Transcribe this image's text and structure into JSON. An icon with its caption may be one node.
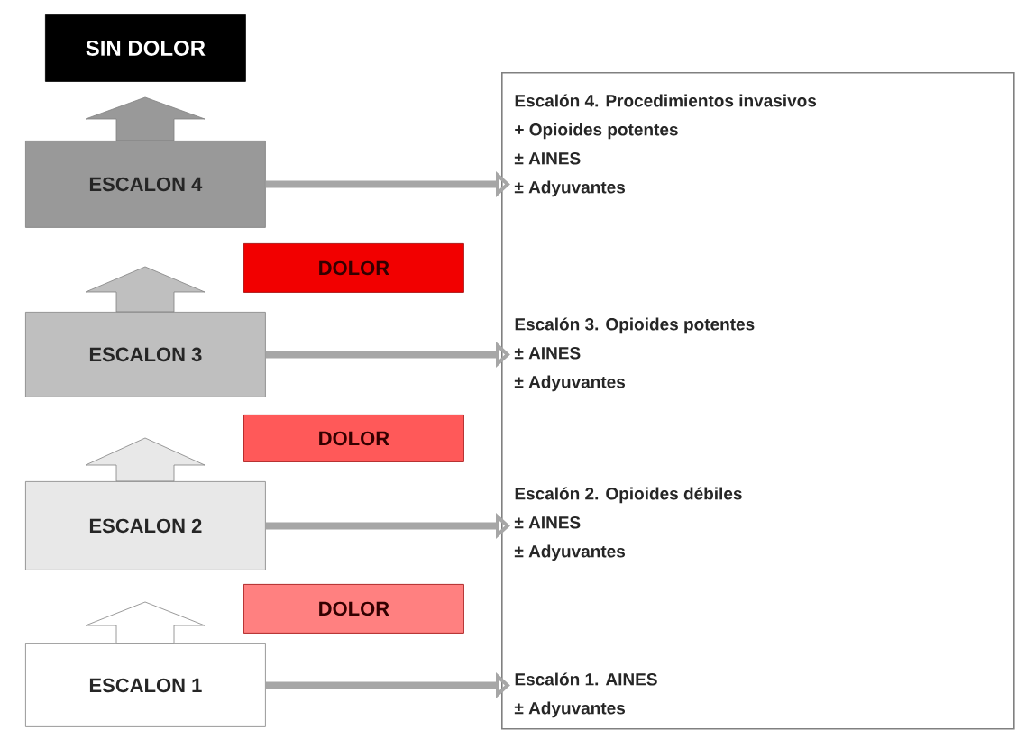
{
  "diagram": {
    "nodes": [
      {
        "text": [
          "SIN DOLOR"
        ]
      },
      {
        "text": [
          "ESCALON 4"
        ]
      },
      {
        "text": [
          "DOLOR"
        ]
      },
      {
        "text": [
          "ESCALON 3"
        ]
      },
      {
        "text": [
          "DOLOR"
        ]
      },
      {
        "text": [
          "ESCALON 2"
        ]
      },
      {
        "text": [
          "DOLOR"
        ]
      },
      {
        "text": [
          "ESCALON 1"
        ]
      },
      {
        "text": [],
        "shape": "box"
      },
      {
        "text": [
          "Escalón 4. Procedimientos invasivos",
          "+ Opioides potentes",
          "± AINES",
          "± Adyuvantes"
        ],
        "in": 8
      },
      {
        "text": [
          "Escalón 3. Opioides potentes",
          "± AINES",
          "± Adyuvantes"
        ],
        "in": 8
      },
      {
        "text": [
          "Escalón 2. Opioides débiles",
          "± AINES",
          "± Adyuvantes"
        ],
        "in": 8
      },
      {
        "text": [
          "Escalón 1. AINES",
          "± Adyuvantes"
        ],
        "in": 8
      }
    ],
    "edges": [
      {
        "from": 1,
        "to": 9,
        "arrow": "to"
      },
      {
        "from": 3,
        "to": 10,
        "arrow": "to"
      },
      {
        "from": 5,
        "to": 11,
        "arrow": "to"
      },
      {
        "from": 7,
        "to": 12,
        "arrow": "to"
      }
    ]
  }
}
